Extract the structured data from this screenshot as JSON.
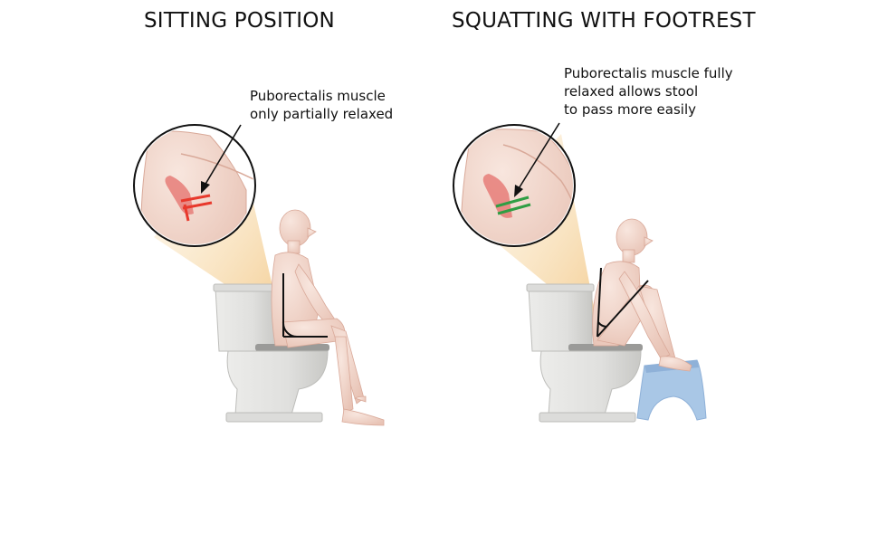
{
  "panels": {
    "left": {
      "title": "SITTING POSITION",
      "callout": [
        "Puborectalis muscle",
        "only partially relaxed"
      ]
    },
    "right": {
      "title": "SQUATTING WITH FOOTREST",
      "callout": [
        "Puborectalis muscle fully",
        "relaxed allows stool",
        "to pass more easily"
      ]
    }
  },
  "colors": {
    "skin": "#f3d9cf",
    "skin_shade": "#e6bfb1",
    "toilet": "#e3e3e1",
    "toilet_shade": "#c9c9c6",
    "footstool": "#a9c7e6",
    "footstool_shade": "#8fb1d8",
    "magnifier_beam": "#f6d9a6",
    "muscle_left": "#e8392c",
    "muscle_right": "#2f9e44",
    "rectum": "#e67d78"
  }
}
